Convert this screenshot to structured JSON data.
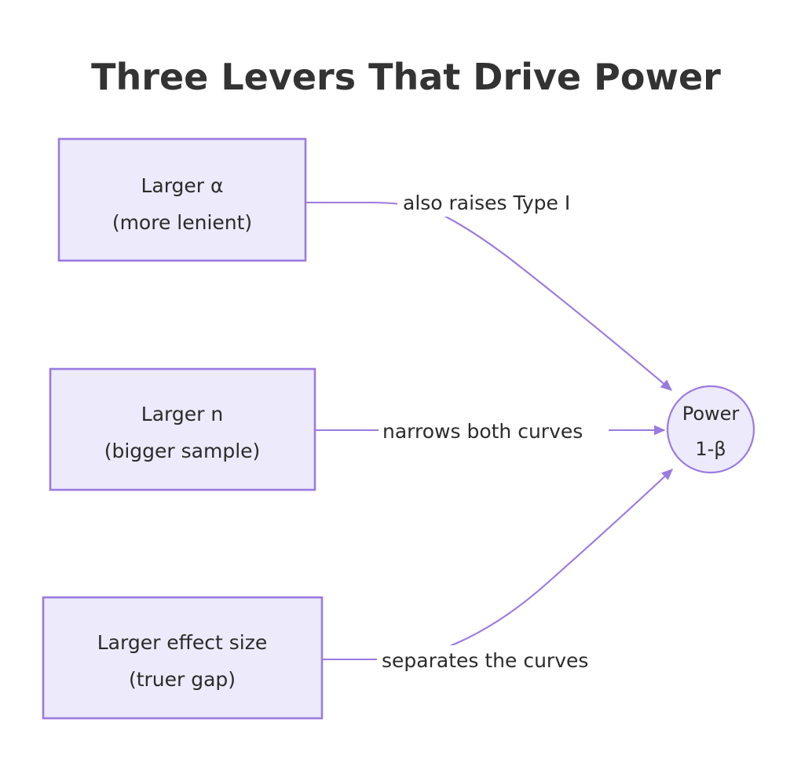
{
  "diagram": {
    "title": "Three Levers That Drive Power",
    "type": "flowchart",
    "direction": "left-to-right",
    "background_color": "#ffffff",
    "theme": {
      "node_fill": "#ECEAFB",
      "node_stroke": "#9A7BE0",
      "edge_stroke": "#9A7BE0",
      "text_color": "#2b2b2b",
      "title_color": "#333333"
    },
    "nodes": [
      {
        "id": "alpha",
        "shape": "rect",
        "line1": "Larger α",
        "line2": "(more lenient)"
      },
      {
        "id": "sample",
        "shape": "rect",
        "line1": "Larger n",
        "line2": "(bigger sample)"
      },
      {
        "id": "effect",
        "shape": "rect",
        "line1": "Larger effect size",
        "line2": "(truer gap)"
      },
      {
        "id": "power",
        "shape": "circle",
        "line1": "Power",
        "line2": "1-β"
      }
    ],
    "edges": [
      {
        "id": "alpha-to-power",
        "from": "alpha",
        "to": "power",
        "label": "also raises Type I",
        "arrowhead": true
      },
      {
        "id": "sample-to-power",
        "from": "sample",
        "to": "power",
        "label": "narrows both curves",
        "arrowhead": true
      },
      {
        "id": "effect-to-power",
        "from": "effect",
        "to": "power",
        "label": "separates the curves",
        "arrowhead": true
      }
    ]
  }
}
